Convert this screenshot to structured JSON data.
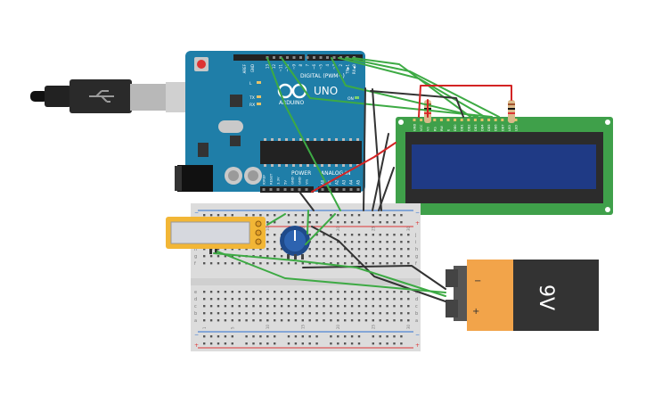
{
  "arduino": {
    "model_label": "UNO",
    "brand_label": "ARDUINO",
    "digital_header_label": "DIGITAL (PWM~)",
    "power_header_label": "POWER",
    "analog_header_label": "ANALOG IN",
    "led_labels": [
      "L",
      "TX",
      "RX"
    ],
    "on_label": "ON",
    "aref_label": "AREF",
    "gnd_label": "GND",
    "digital_pins": [
      "13",
      "12",
      "~11",
      "~10",
      "~9",
      "8",
      "7",
      "~6",
      "~5",
      "4",
      "~3",
      "2",
      "TX▶1",
      "RX◀0"
    ],
    "power_pins": [
      "IOREF",
      "RESET",
      "3.3V",
      "5V",
      "GND",
      "GND",
      "Vin"
    ],
    "analog_pins": [
      "A0",
      "A1",
      "A2",
      "A3",
      "A4",
      "A5"
    ]
  },
  "battery": {
    "label": "9V",
    "minus": "−",
    "plus": "+"
  },
  "breadboard": {
    "row_letters_top": [
      "j",
      "i",
      "h",
      "g",
      "f"
    ],
    "row_letters_bottom": [
      "e",
      "d",
      "c",
      "b",
      "a"
    ],
    "column_numbers": [
      "1",
      "5",
      "10",
      "15",
      "20",
      "25",
      "30"
    ],
    "rail_minus": "−",
    "rail_plus": "+"
  },
  "lcd": {
    "pin_labels": [
      "GND",
      "VCC",
      "V0",
      "RS",
      "RW",
      "E",
      "DB0",
      "DB1",
      "DB2",
      "DB3",
      "DB4",
      "DB5",
      "DB6",
      "DB7",
      "LED",
      "LED"
    ]
  },
  "colors": {
    "arduino_board": "#1f7ea8",
    "lcd_pcb": "#3fa04a",
    "lcd_screen": "#1f3a85",
    "wire_green": "#3daa44",
    "wire_black": "#333333",
    "wire_red": "#d32424",
    "battery_orange": "#f2a44a",
    "battery_black": "#333333",
    "relay_yellow": "#f2b636"
  }
}
